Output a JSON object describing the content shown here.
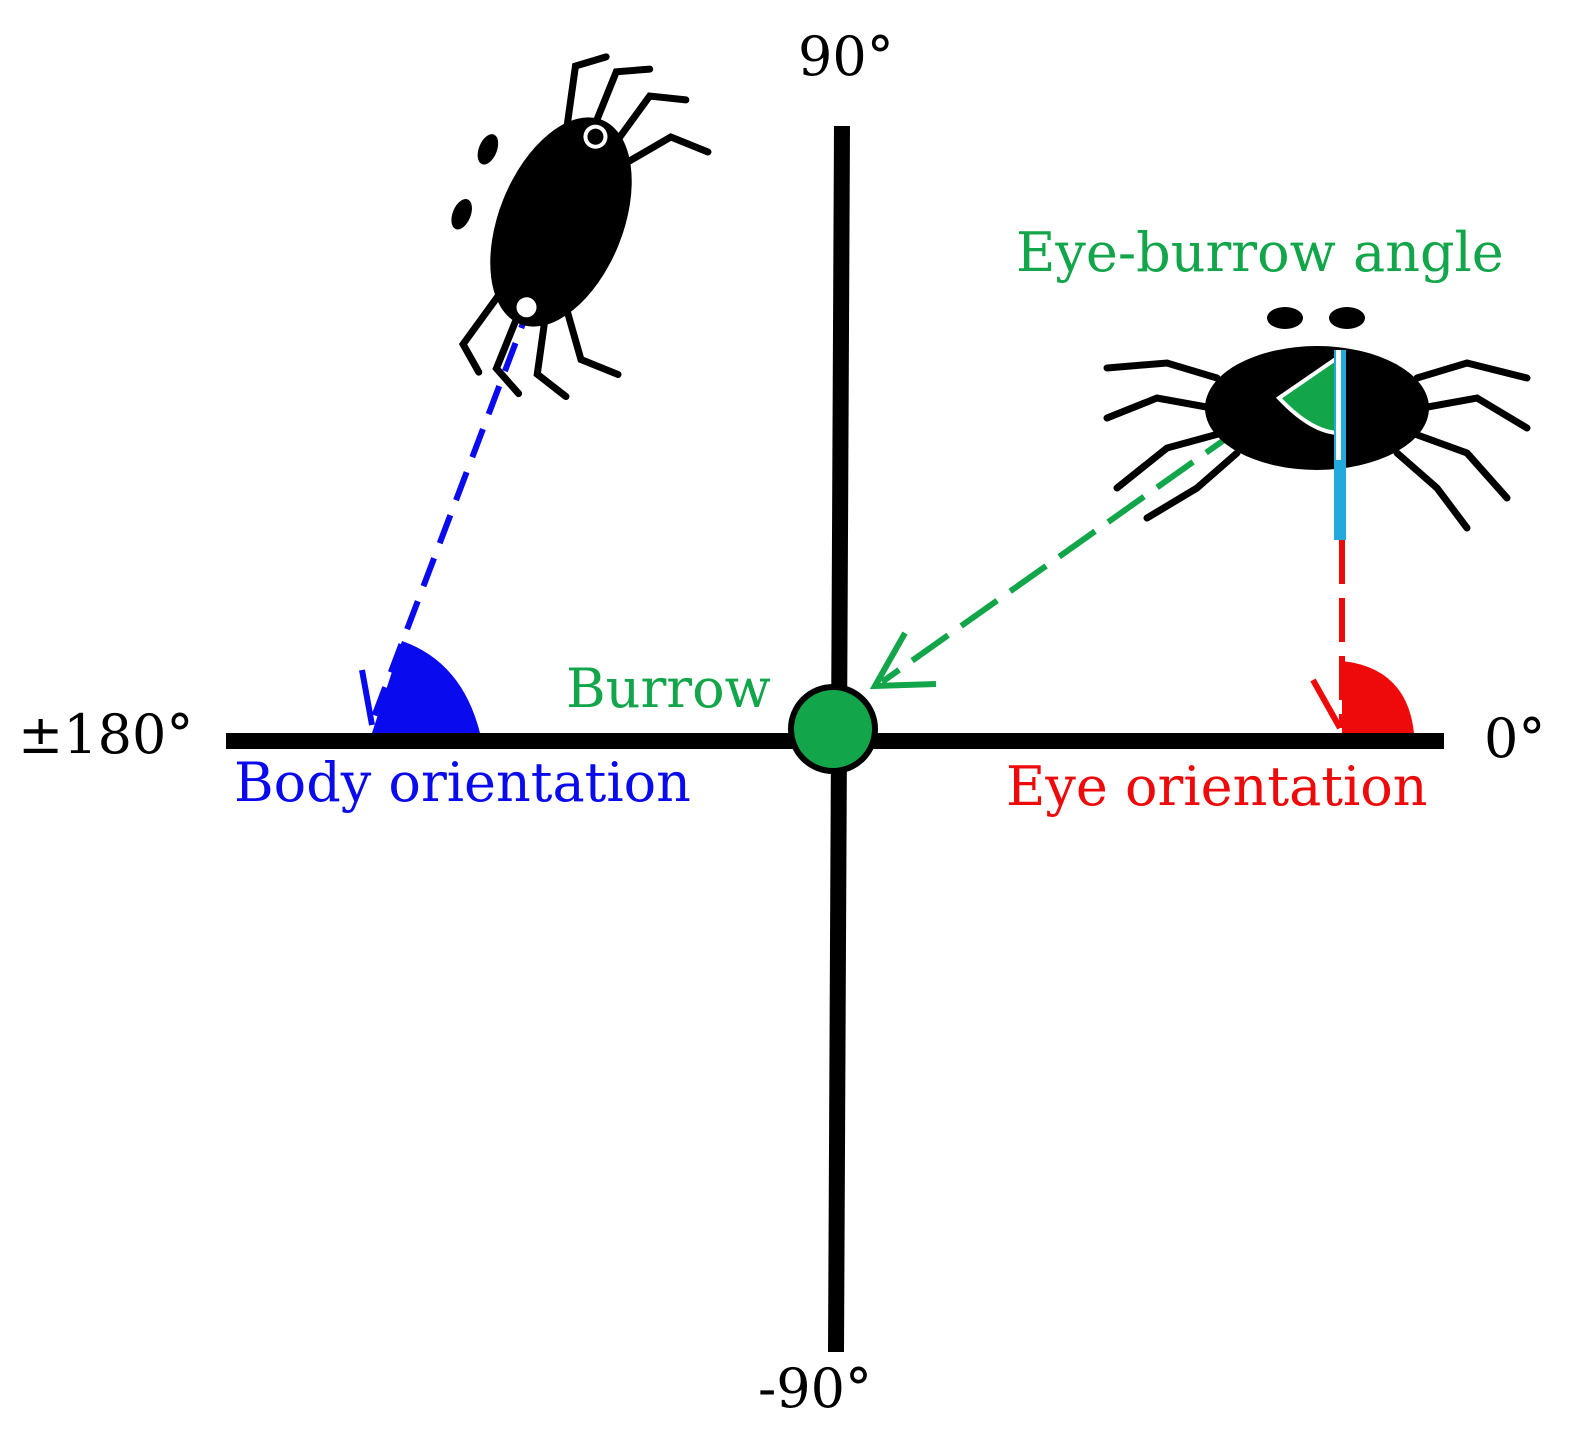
{
  "labels": {
    "north": "90°",
    "south": "-90°",
    "west": "±180°",
    "east": "0°",
    "body_orientation": "Body orientation",
    "eye_orientation": "Eye orientation",
    "burrow": "Burrow",
    "eye_burrow_angle": "Eye-burrow angle"
  },
  "colors": {
    "axes": "#000000",
    "body": "#0a0aee",
    "eye": "#ee0a0a",
    "burrow": "#12a54a",
    "heading": "#22aadd",
    "crab": "#000000"
  },
  "icons": {
    "crab_left": "crab-icon",
    "crab_right": "crab-icon",
    "burrow": "burrow-dot-icon"
  }
}
